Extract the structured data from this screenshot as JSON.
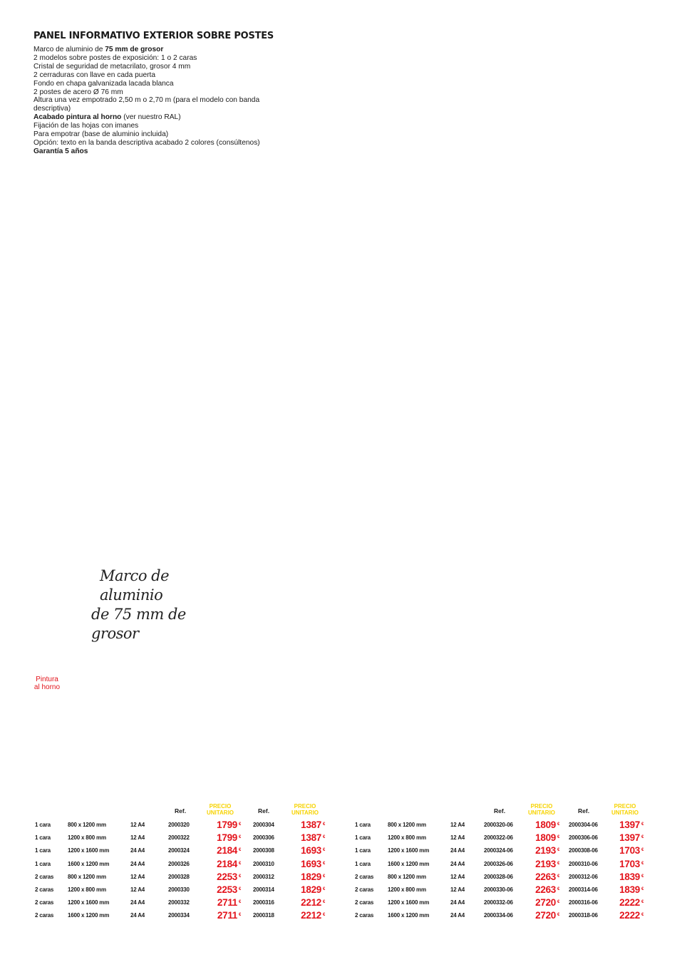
{
  "product": {
    "title": "PANEL INFORMATIVO EXTERIOR SOBRE POSTES",
    "description": [
      {
        "parts": [
          {
            "text": "Marco de aluminio de ",
            "bold": false
          },
          {
            "text": "75 mm de grosor",
            "bold": true
          }
        ]
      },
      {
        "parts": [
          {
            "text": "2 modelos sobre postes de exposición: 1 o 2 caras",
            "bold": false
          }
        ]
      },
      {
        "parts": [
          {
            "text": "Cristal de seguridad de metacrilato, grosor 4 mm",
            "bold": false
          }
        ]
      },
      {
        "parts": [
          {
            "text": "2 cerraduras con llave en cada puerta",
            "bold": false
          }
        ]
      },
      {
        "parts": [
          {
            "text": "Fondo en chapa galvanizada lacada blanca",
            "bold": false
          }
        ]
      },
      {
        "parts": [
          {
            "text": "2 postes de acero Ø 76 mm",
            "bold": false
          }
        ]
      },
      {
        "parts": [
          {
            "text": "Altura una vez empotrado 2,50 m o 2,70 m (para el modelo con banda descriptiva)",
            "bold": false
          }
        ]
      },
      {
        "parts": [
          {
            "text": "Acabado pintura al horno",
            "bold": true
          },
          {
            "text": " (ver nuestro RAL)",
            "bold": false
          }
        ]
      },
      {
        "parts": [
          {
            "text": "Fijación de las hojas con imanes",
            "bold": false
          }
        ]
      },
      {
        "parts": [
          {
            "text": "Para empotrar (base de aluminio incluida)",
            "bold": false
          }
        ]
      },
      {
        "parts": [
          {
            "text": "Opción: texto en la banda descriptiva acabado 2 colores (consúltenos)",
            "bold": false
          }
        ]
      },
      {
        "parts": [
          {
            "text": "Garantía 5 años",
            "bold": true
          }
        ]
      }
    ]
  },
  "note": {
    "line1": "Marco de aluminio",
    "line2": "de 75 mm de grosor"
  },
  "badge": {
    "line1": "Pintura",
    "line2": "al horno"
  },
  "colors": {
    "price_red": "#e3131b",
    "header_yellow": "#f7d300",
    "text": "#1a1a1a"
  },
  "tables": [
    {
      "headers": {
        "ref": "Ref.",
        "precio": "PRECIO",
        "unitario": "UNITARIO"
      },
      "currency": "€",
      "rows": [
        {
          "caras": "1 cara",
          "size": "800 x 1200 mm",
          "sheets": "12 A4",
          "ref1": "2000320",
          "price1": "1799",
          "ref2": "2000304",
          "price2": "1387"
        },
        {
          "caras": "1 cara",
          "size": "1200 x 800 mm",
          "sheets": "12 A4",
          "ref1": "2000322",
          "price1": "1799",
          "ref2": "2000306",
          "price2": "1387"
        },
        {
          "caras": "1 cara",
          "size": "1200 x 1600 mm",
          "sheets": "24 A4",
          "ref1": "2000324",
          "price1": "2184",
          "ref2": "2000308",
          "price2": "1693"
        },
        {
          "caras": "1 cara",
          "size": "1600 x 1200 mm",
          "sheets": "24 A4",
          "ref1": "2000326",
          "price1": "2184",
          "ref2": "2000310",
          "price2": "1693"
        },
        {
          "caras": "2 caras",
          "size": "800 x 1200 mm",
          "sheets": "12 A4",
          "ref1": "2000328",
          "price1": "2253",
          "ref2": "2000312",
          "price2": "1829"
        },
        {
          "caras": "2 caras",
          "size": "1200 x 800 mm",
          "sheets": "12 A4",
          "ref1": "2000330",
          "price1": "2253",
          "ref2": "2000314",
          "price2": "1829"
        },
        {
          "caras": "2 caras",
          "size": "1200 x 1600 mm",
          "sheets": "24 A4",
          "ref1": "2000332",
          "price1": "2711",
          "ref2": "2000316",
          "price2": "2212"
        },
        {
          "caras": "2 caras",
          "size": "1600 x 1200 mm",
          "sheets": "24 A4",
          "ref1": "2000334",
          "price1": "2711",
          "ref2": "2000318",
          "price2": "2212"
        }
      ]
    },
    {
      "headers": {
        "ref": "Ref.",
        "precio": "PRECIO",
        "unitario": "UNITARIO"
      },
      "currency": "€",
      "rows": [
        {
          "caras": "1 cara",
          "size": "800 x 1200 mm",
          "sheets": "12 A4",
          "ref1": "2000320-06",
          "price1": "1809",
          "ref2": "2000304-06",
          "price2": "1397"
        },
        {
          "caras": "1 cara",
          "size": "1200 x 800 mm",
          "sheets": "12 A4",
          "ref1": "2000322-06",
          "price1": "1809",
          "ref2": "2000306-06",
          "price2": "1397"
        },
        {
          "caras": "1 cara",
          "size": "1200 x 1600 mm",
          "sheets": "24 A4",
          "ref1": "2000324-06",
          "price1": "2193",
          "ref2": "2000308-06",
          "price2": "1703"
        },
        {
          "caras": "1 cara",
          "size": "1600 x 1200 mm",
          "sheets": "24 A4",
          "ref1": "2000326-06",
          "price1": "2193",
          "ref2": "2000310-06",
          "price2": "1703"
        },
        {
          "caras": "2 caras",
          "size": "800 x 1200 mm",
          "sheets": "12 A4",
          "ref1": "2000328-06",
          "price1": "2263",
          "ref2": "2000312-06",
          "price2": "1839"
        },
        {
          "caras": "2 caras",
          "size": "1200 x 800 mm",
          "sheets": "12 A4",
          "ref1": "2000330-06",
          "price1": "2263",
          "ref2": "2000314-06",
          "price2": "1839"
        },
        {
          "caras": "2 caras",
          "size": "1200 x 1600 mm",
          "sheets": "24 A4",
          "ref1": "2000332-06",
          "price1": "2720",
          "ref2": "2000316-06",
          "price2": "2222"
        },
        {
          "caras": "2 caras",
          "size": "1600 x 1200 mm",
          "sheets": "24 A4",
          "ref1": "2000334-06",
          "price1": "2720",
          "ref2": "2000318-06",
          "price2": "2222"
        }
      ]
    }
  ]
}
